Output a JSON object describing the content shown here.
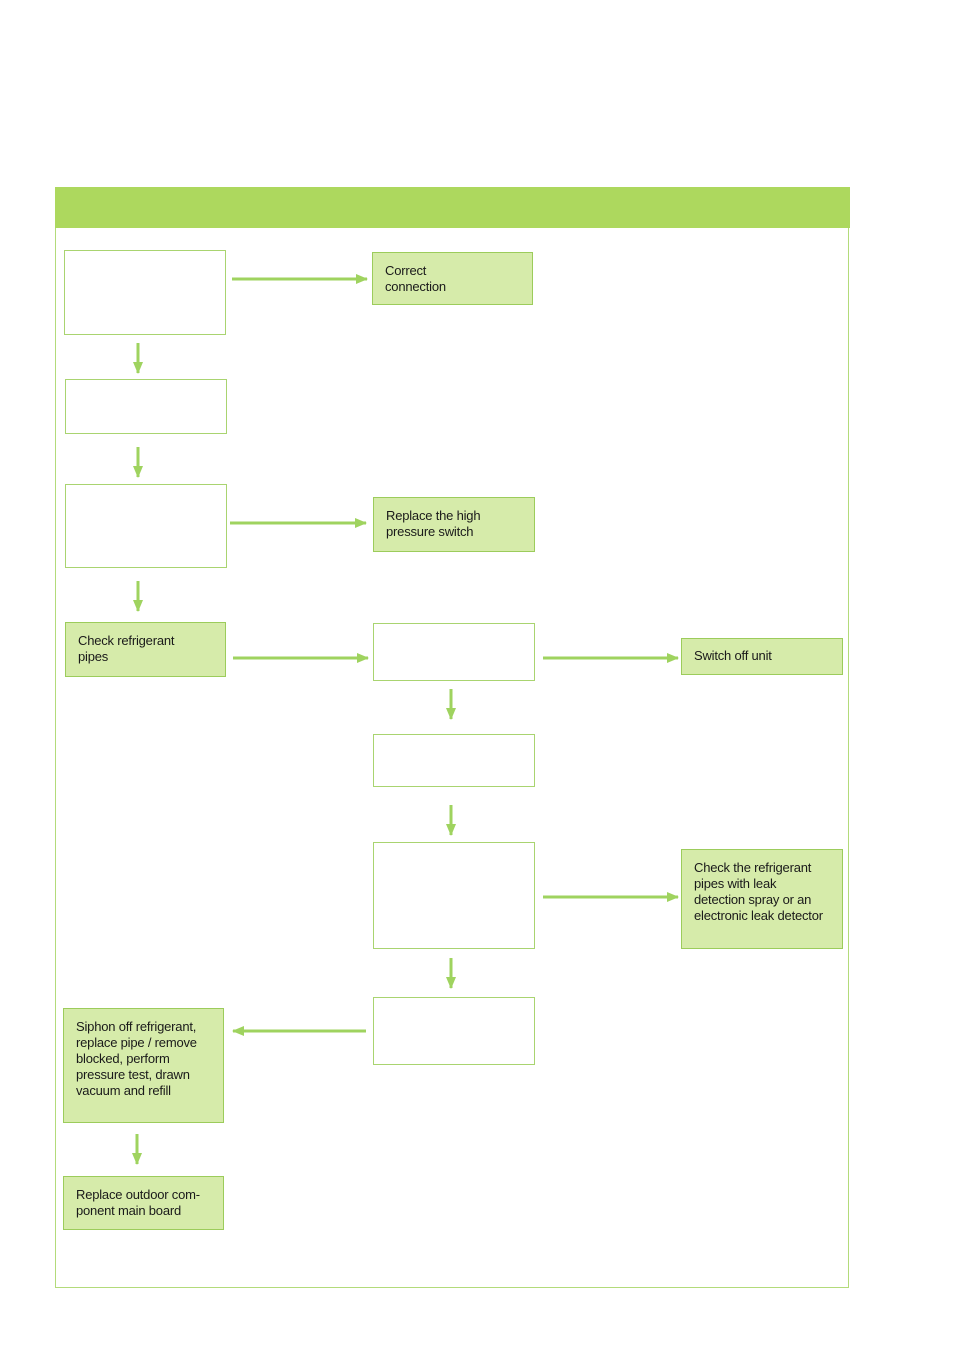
{
  "nodes": {
    "correct_connection": "Correct\nconnection",
    "replace_high_pressure_switch": "Replace the high\npressure switch",
    "check_refrigerant_pipes": "Check refrigerant\npipes",
    "switch_off_unit": "Switch off unit",
    "check_pipes_leak": "Check the refrigerant\npipes with leak\ndetection spray or an\nelectronic leak detector",
    "siphon_off": "Siphon off refrigerant,\nreplace pipe / remove\nblocked, perform\npressure test, drawn\nvacuum and refill",
    "replace_outdoor_board": "Replace outdoor com-\nponent main board"
  },
  "colors": {
    "header": "#add85e",
    "action_fill": "#d6ebaa",
    "border": "#a9d470",
    "arrow": "#9fd35f"
  }
}
